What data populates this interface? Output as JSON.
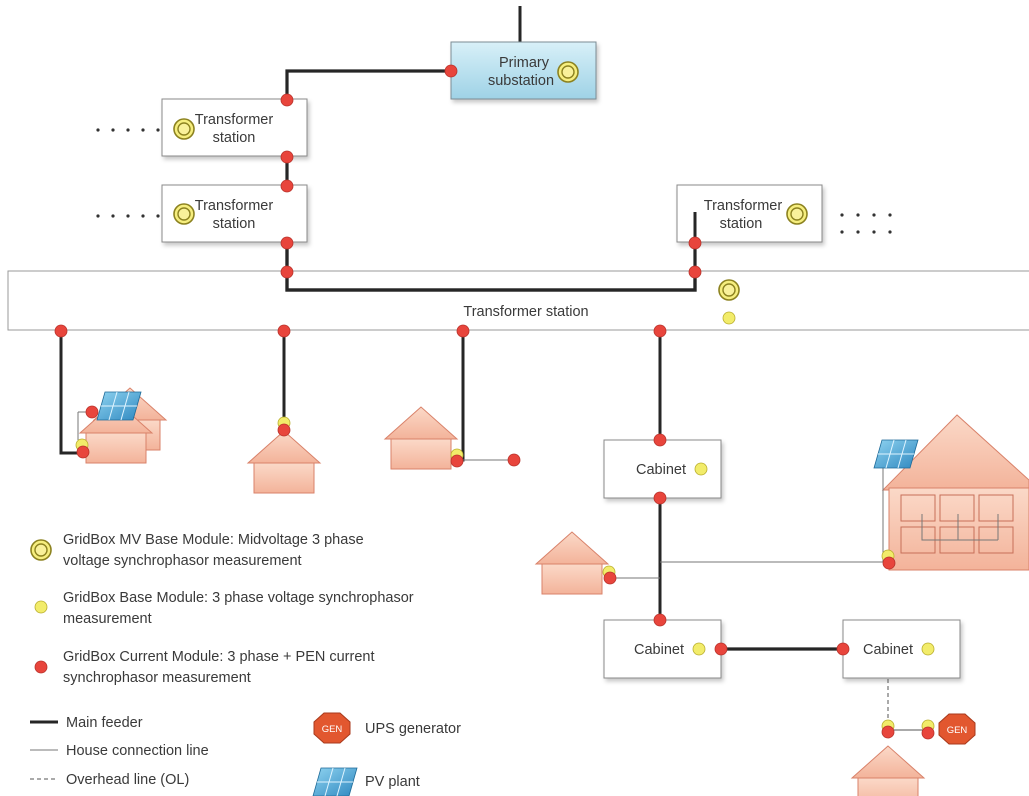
{
  "nodes": {
    "primary_substation": {
      "line1": "Primary",
      "line2": "substation"
    },
    "transformer_left_1": {
      "line1": "Transformer",
      "line2": "station"
    },
    "transformer_left_2": {
      "line1": "Transformer",
      "line2": "station"
    },
    "transformer_right": {
      "line1": "Transformer",
      "line2": "station"
    },
    "transformer_bus": {
      "label": "Transformer station"
    },
    "cabinet_top": {
      "label": "Cabinet"
    },
    "cabinet_bottom_left": {
      "label": "Cabinet"
    },
    "cabinet_bottom_right": {
      "label": "Cabinet"
    },
    "generator": {
      "label": "GEN"
    }
  },
  "legend": {
    "mv_module": {
      "line1": "GridBox MV Base Module: Midvoltage 3 phase",
      "line2": "voltage synchrophasor measurement"
    },
    "base_module": {
      "line1": "GridBox Base Module: 3 phase voltage synchrophasor",
      "line2": "measurement"
    },
    "current_module": {
      "line1": "GridBox Current Module: 3 phase + PEN current",
      "line2": "synchrophasor measurement"
    },
    "main_feeder": "Main feeder",
    "house_connection": "House connection line",
    "overhead_line": "Overhead line (OL)",
    "ups_generator": {
      "icon_label": "GEN",
      "label": "UPS generator"
    },
    "pv_plant": "PV plant"
  },
  "colors": {
    "current_module": "#e8453c",
    "base_module": "#f2ec6a",
    "mv_module_ring": "#b2a526",
    "primary_substation_fill": "#aedcec",
    "house_fill": "#f7c4ad",
    "house_stroke": "#d9826a",
    "pv_fill": "#4aa8d6",
    "generator_fill": "#e2572f",
    "main_feeder": "#262626"
  },
  "icons": {
    "mv_module": "double-ring-yellow-icon",
    "base_module": "yellow-dot-icon",
    "current_module": "red-dot-icon",
    "generator": "octagon-gen-icon",
    "pv_plant": "solar-panel-icon",
    "house": "house-icon"
  }
}
